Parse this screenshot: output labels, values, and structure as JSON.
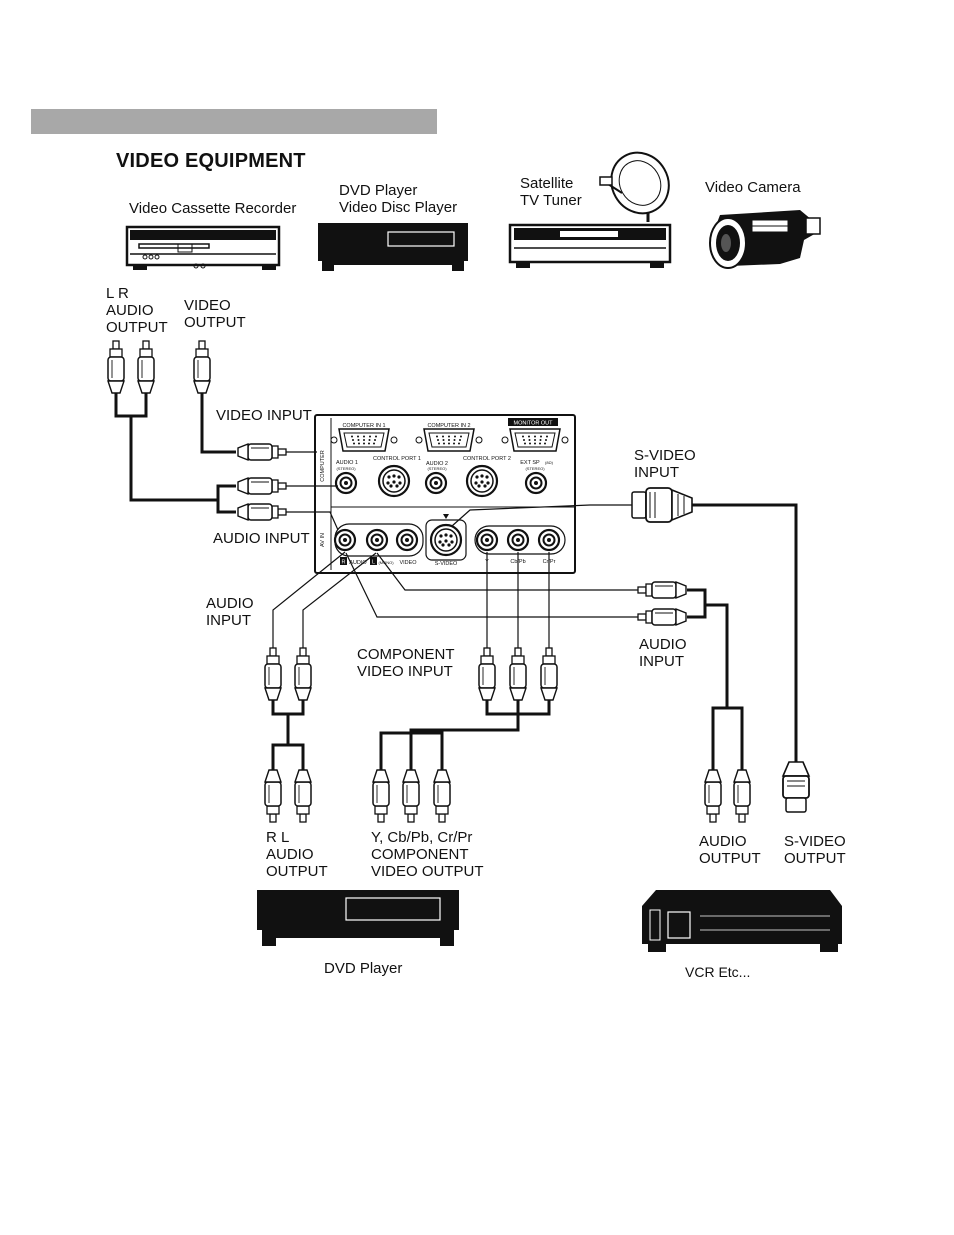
{
  "title": "VIDEO EQUIPMENT",
  "devices": {
    "vcr": "Video Cassette Recorder",
    "dvd": "DVD Player\nVideo Disc Player",
    "satellite": "Satellite\nTV Tuner",
    "camera": "Video Camera",
    "dvd_bottom": "DVD Player",
    "vcr_bottom": "VCR Etc..."
  },
  "labels": {
    "lr_audio_output": "L    R\nAUDIO\nOUTPUT",
    "video_output": "VIDEO\nOUTPUT",
    "video_input": "VIDEO INPUT",
    "audio_input_left": "AUDIO INPUT",
    "svideo_input": "S-VIDEO\nINPUT",
    "audio_input_mid": "AUDIO\nINPUT",
    "component_video_input": "COMPONENT\nVIDEO INPUT",
    "audio_input_right": "AUDIO\nINPUT",
    "rl_audio_output": "R     L\nAUDIO\nOUTPUT",
    "component_video_output": "Y, Cb/Pb, Cr/Pr\nCOMPONENT\nVIDEO OUTPUT",
    "audio_output_right": "AUDIO\nOUTPUT",
    "svideo_output": "S-VIDEO\nOUTPUT"
  },
  "panel": {
    "computer_in_1": "COMPUTER IN 1",
    "computer_in_2": "COMPUTER IN 2",
    "monitor_out": "MONITOR OUT",
    "audio_1": "AUDIO 1",
    "stereo_1": "(STEREO)",
    "control_port_1": "CONTROL PORT 1",
    "audio_2": "AUDIO 2",
    "stereo_2": "(STEREO)",
    "control_port_2": "CONTROL PORT 2",
    "ext_sp": "EXT SP",
    "ext_sp_ohm": "(8Ω)",
    "stereo_3": "(STEREO)",
    "computer_side": "COMPUTER",
    "av_in_side": "AV IN",
    "r_badge": "R",
    "audio_word": "AUDIO",
    "l_badge": "L",
    "mono": "(MONO)",
    "video_word": "VIDEO",
    "svideo": "S-VIDEO",
    "y": "Y",
    "cb_pb": "Cb/Pb",
    "cr_pr": "Cr/Pr"
  }
}
